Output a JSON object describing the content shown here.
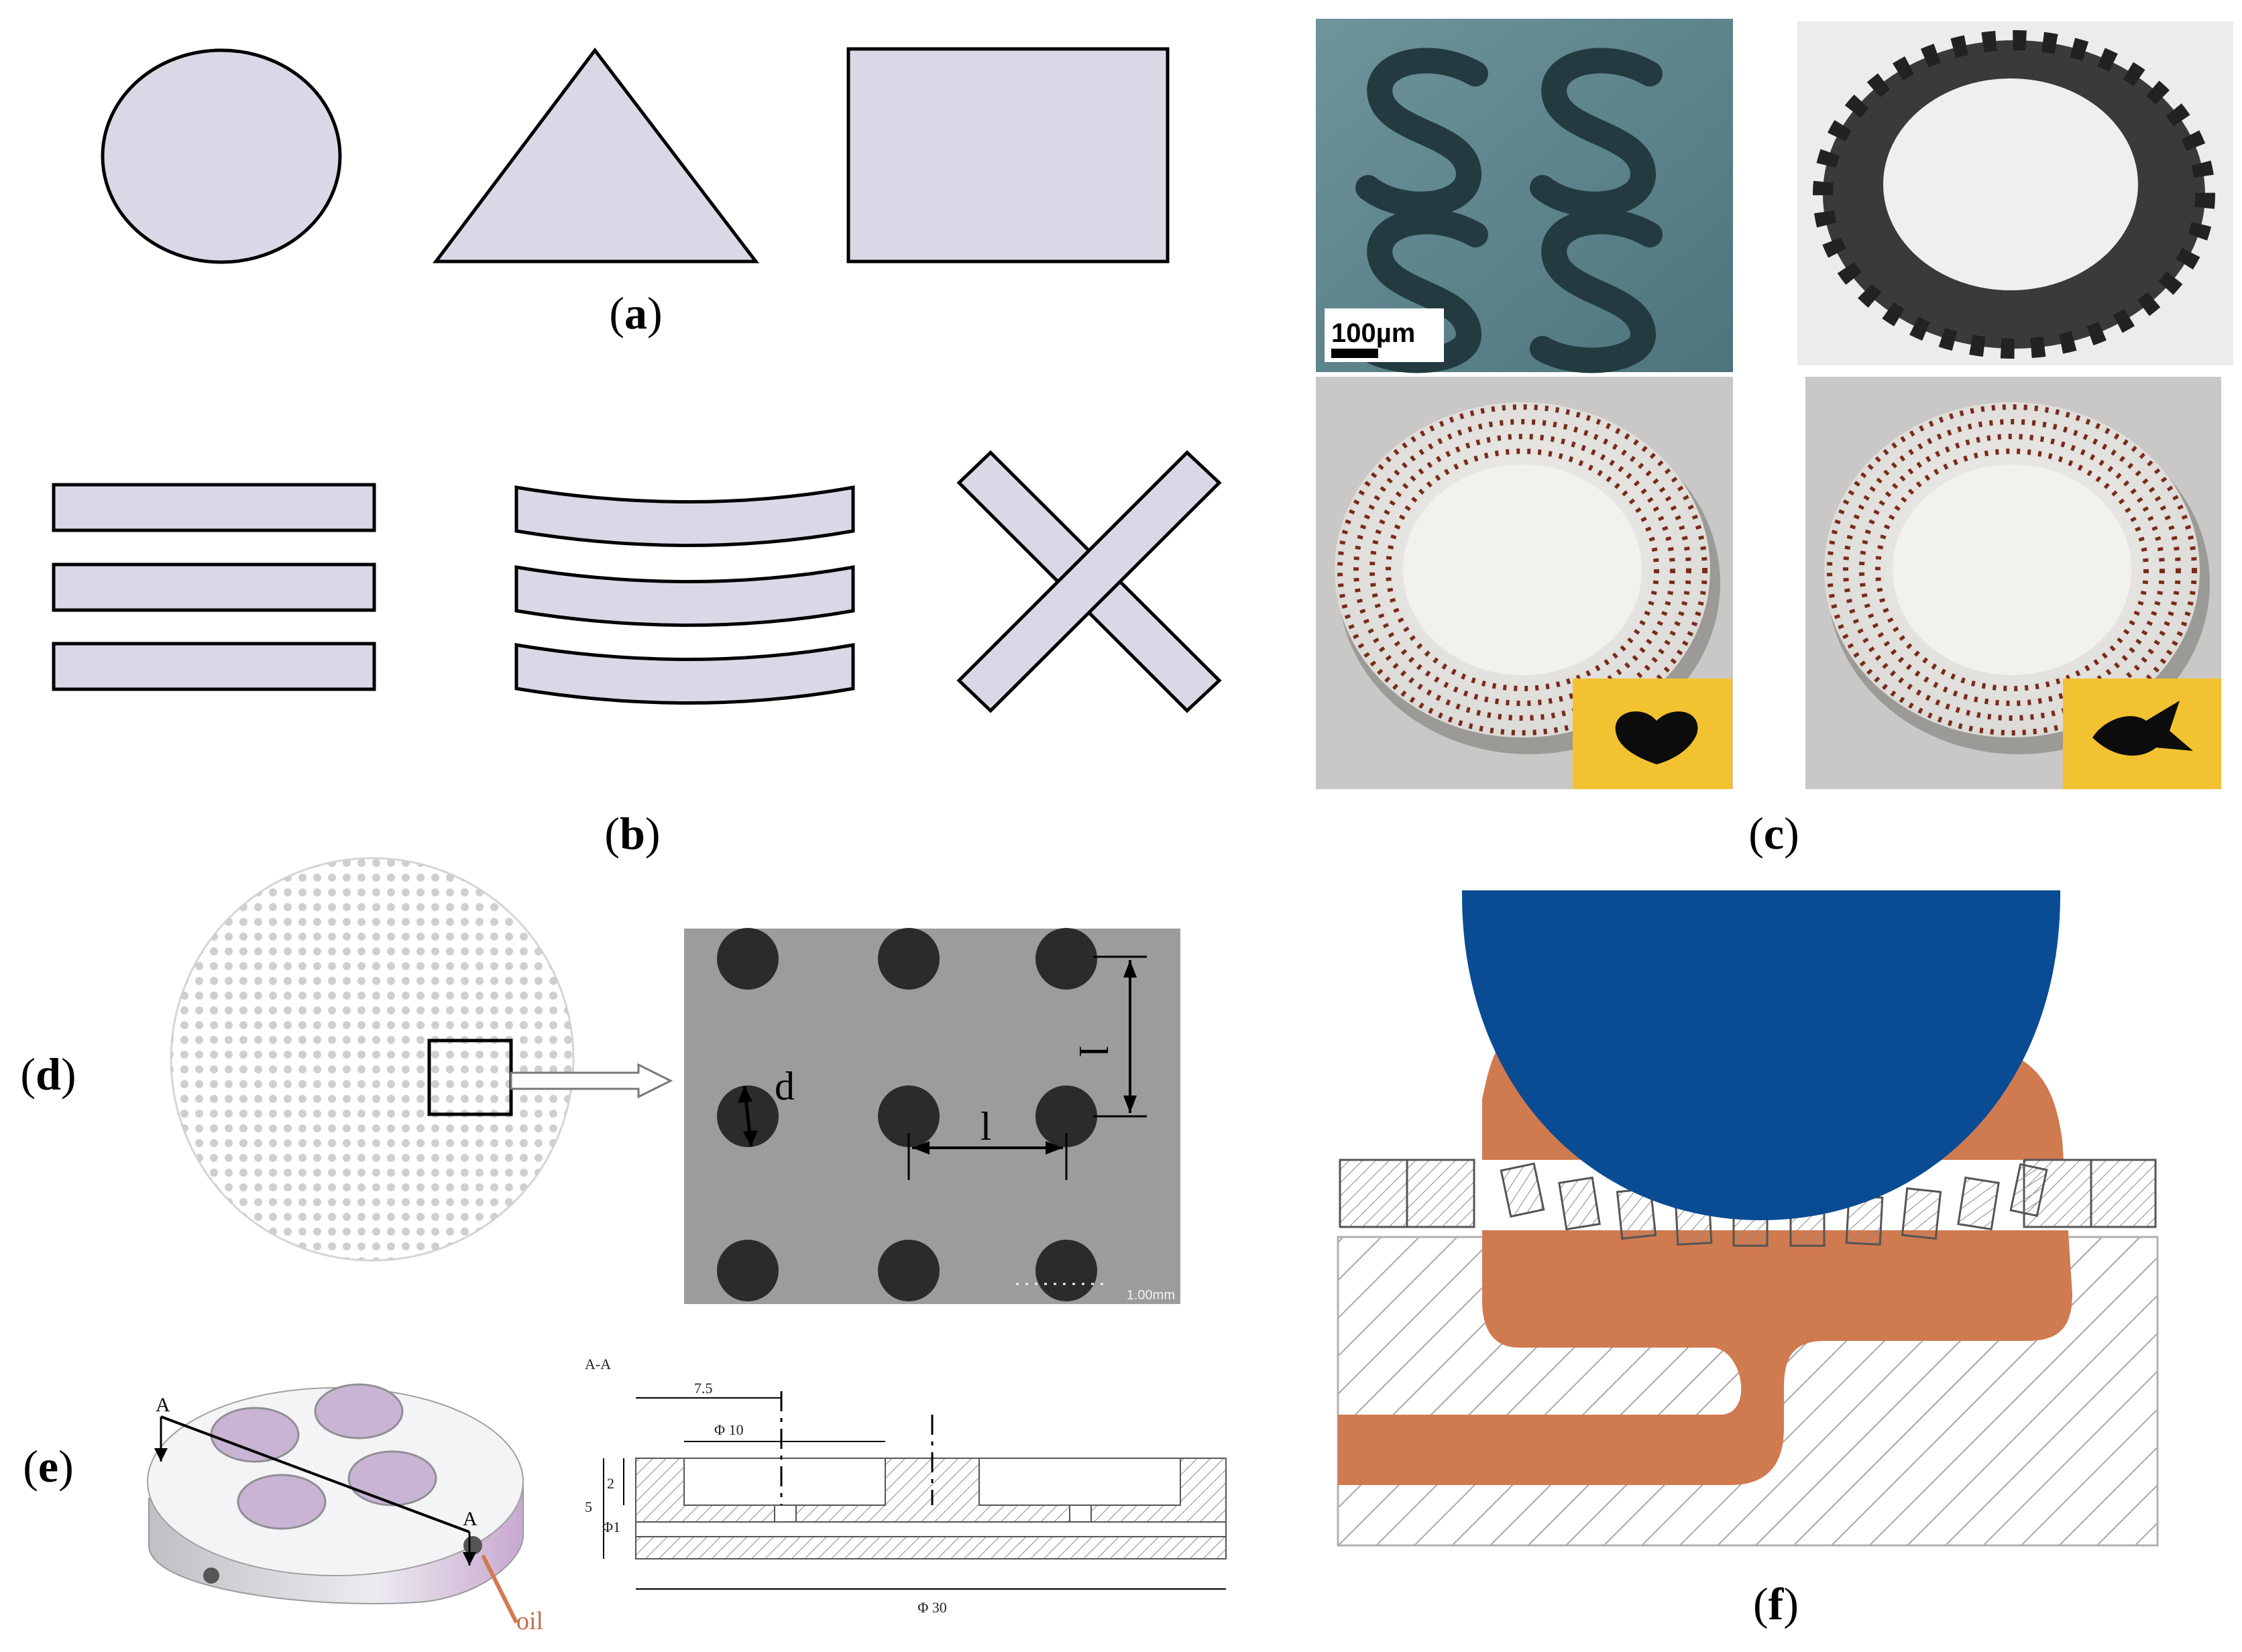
{
  "labels": {
    "a": "a",
    "b": "b",
    "c": "c",
    "d": "d",
    "e": "e",
    "f": "f"
  },
  "panel_c": {
    "scale_bar": "100µm"
  },
  "panel_d": {
    "dimension_d": "d",
    "dimension_l_vertical": "l",
    "dimension_l_horizontal": "l",
    "micro_scale": "1.00mm"
  },
  "panel_e": {
    "section_marker_a1": "A",
    "section_marker_a2": "A",
    "oil_label": "oil",
    "section_title": "A-A",
    "dim_7_5": "7.5",
    "dim_phi10": "Φ 10",
    "dim_phi30": "Φ 30",
    "dim_5": "5",
    "dim_2": "2",
    "dim_phi1": "Φ1"
  },
  "colors": {
    "shape_fill": "#dcd7e6",
    "ball_blue": "#0a4c94",
    "fluid_orange": "#d07a50",
    "sem_gray": "#9a9a9a",
    "micro_teal": "#5f8890",
    "label_yellow": "#f2c230"
  }
}
